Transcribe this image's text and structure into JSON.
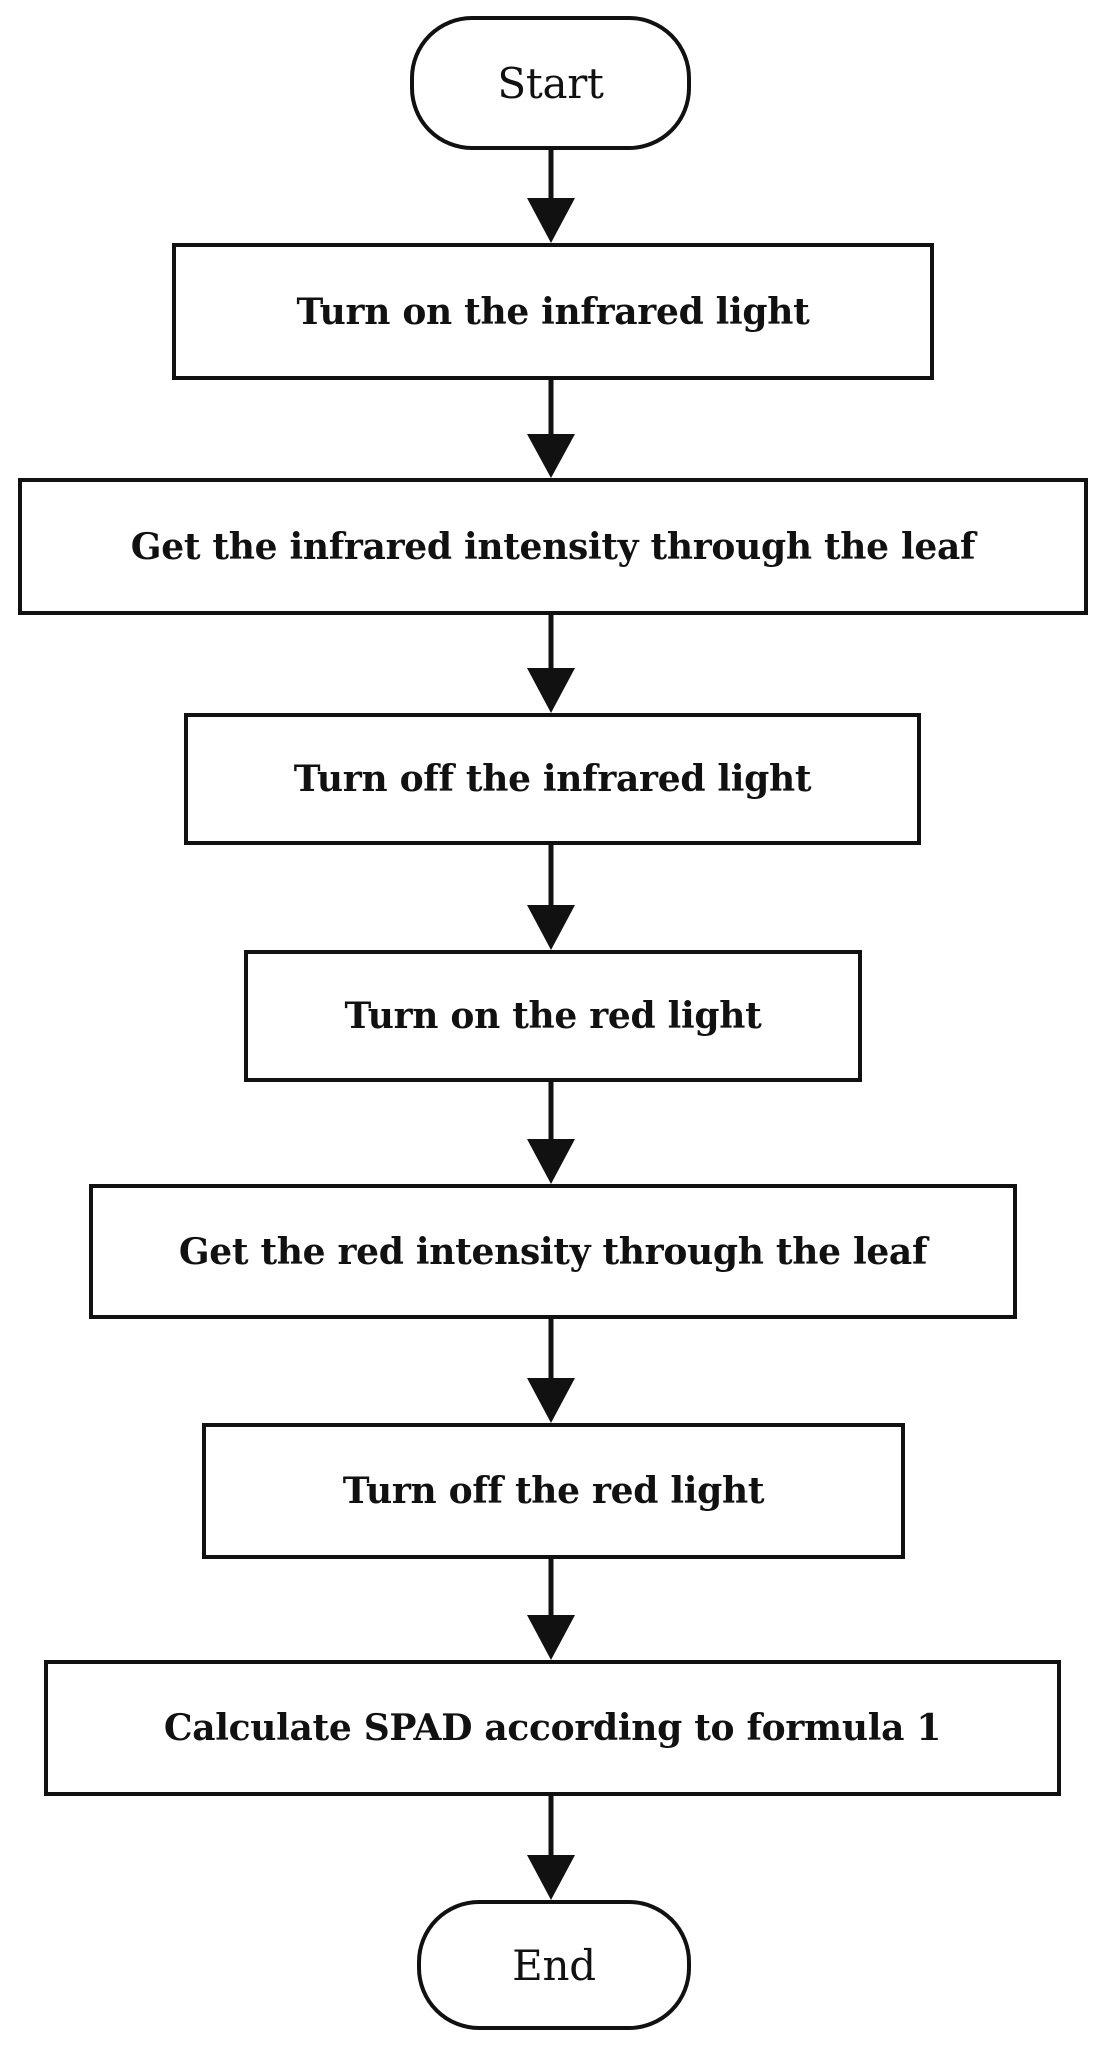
{
  "flowchart": {
    "nodes": [
      {
        "id": "start",
        "label": "Start",
        "shape": "terminal"
      },
      {
        "id": "step1",
        "label": "Turn on the infrared light",
        "shape": "process"
      },
      {
        "id": "step2",
        "label": "Get the infrared intensity through the leaf",
        "shape": "process"
      },
      {
        "id": "step3",
        "label": "Turn off the infrared light",
        "shape": "process"
      },
      {
        "id": "step4",
        "label": "Turn on the red light",
        "shape": "process"
      },
      {
        "id": "step5",
        "label": "Get the red intensity through the leaf",
        "shape": "process"
      },
      {
        "id": "step6",
        "label": "Turn off the red light",
        "shape": "process"
      },
      {
        "id": "step7",
        "label": "Calculate SPAD according to formula 1",
        "shape": "process"
      },
      {
        "id": "end",
        "label": "End",
        "shape": "terminal"
      }
    ],
    "edges": [
      {
        "from": "start",
        "to": "step1"
      },
      {
        "from": "step1",
        "to": "step2"
      },
      {
        "from": "step2",
        "to": "step3"
      },
      {
        "from": "step3",
        "to": "step4"
      },
      {
        "from": "step4",
        "to": "step5"
      },
      {
        "from": "step5",
        "to": "step6"
      },
      {
        "from": "step6",
        "to": "step7"
      },
      {
        "from": "step7",
        "to": "end"
      }
    ],
    "colors": {
      "stroke": "#111111",
      "fill": "#ffffff",
      "text": "#111111"
    }
  }
}
